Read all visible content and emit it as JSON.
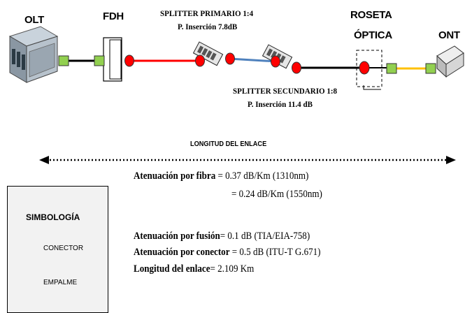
{
  "devices": {
    "olt": "OLT",
    "fdh": "FDH",
    "roseta": [
      "ROSETA",
      "ÓPTICA"
    ],
    "ont": "ONT"
  },
  "splitters": {
    "primary": {
      "name": "SPLITTER PRIMARIO 1:4",
      "loss": "P. Inserción 7.8dB"
    },
    "secondary": {
      "name": "SPLITTER SECUNDARIO 1:8",
      "loss": "P. Inserción 11.4 dB"
    }
  },
  "link_length_label": "LONGITUD DEL ENLACE",
  "parameters": {
    "fiber_label": "Atenuación por fibra",
    "fiber_1310": " = 0.37 dB/Km  (1310nm)",
    "fiber_1550": "= 0.24 dB/Km  (1550nm)",
    "fusion_label": "Atenuación por fusión",
    "fusion_value": "= 0.1 dB (TIA/EIA-758)",
    "connector_label": "Atenuación por conector",
    "connector_value": " = 0.5 dB (ITU-T G.671)",
    "length_label": "Longitud del enlace",
    "length_value": "= 2.109 Km"
  },
  "legend": {
    "title": "SIMBOLOGÍA",
    "connector": "CONECTOR",
    "splice": "EMPALME"
  },
  "colors": {
    "connector": "#92d050",
    "splice": "#ff0000",
    "fiber_red": "#ff0000",
    "fiber_blue": "#4f81bd",
    "fiber_black": "#000000",
    "fiber_yellow": "#ffc000",
    "legend_bg": "#f2f2f2"
  }
}
